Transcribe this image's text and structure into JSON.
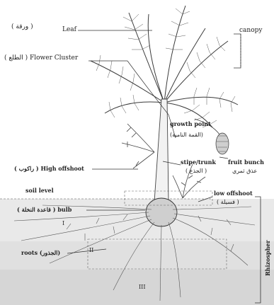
{
  "labels": {
    "leaf": "Leaf",
    "leaf_ar": "( ورقة )",
    "canopy": "canopy",
    "flower_cluster": "( الطلع ) Flower Cluster",
    "growth_point": "growth point",
    "growth_point_ar": "(القمة النامية)",
    "fruit_bunch": "fruit bunch",
    "fruit_bunch_ar": "عذق ثمري",
    "high_offshoot": "( راكوب ) High offshoot",
    "stipe_trunk": "stipe/trunk",
    "stipe_trunk_ar": "( الجذع )",
    "soil_level": "soil level",
    "low_offshoot": "low offshoot",
    "low_offshoot_ar": "( فسيلة )",
    "bulb": "( قاعدة النخلة ) bulb",
    "roots": "roots (الجذور)",
    "rhizosphere": "Rhizospher",
    "zone_1": "I",
    "zone_2": "II",
    "zone_3": "III"
  },
  "colors": {
    "ink": "#2a2a2a",
    "soil": "#e4e4e4",
    "soil_deep": "#d6d6d6"
  }
}
